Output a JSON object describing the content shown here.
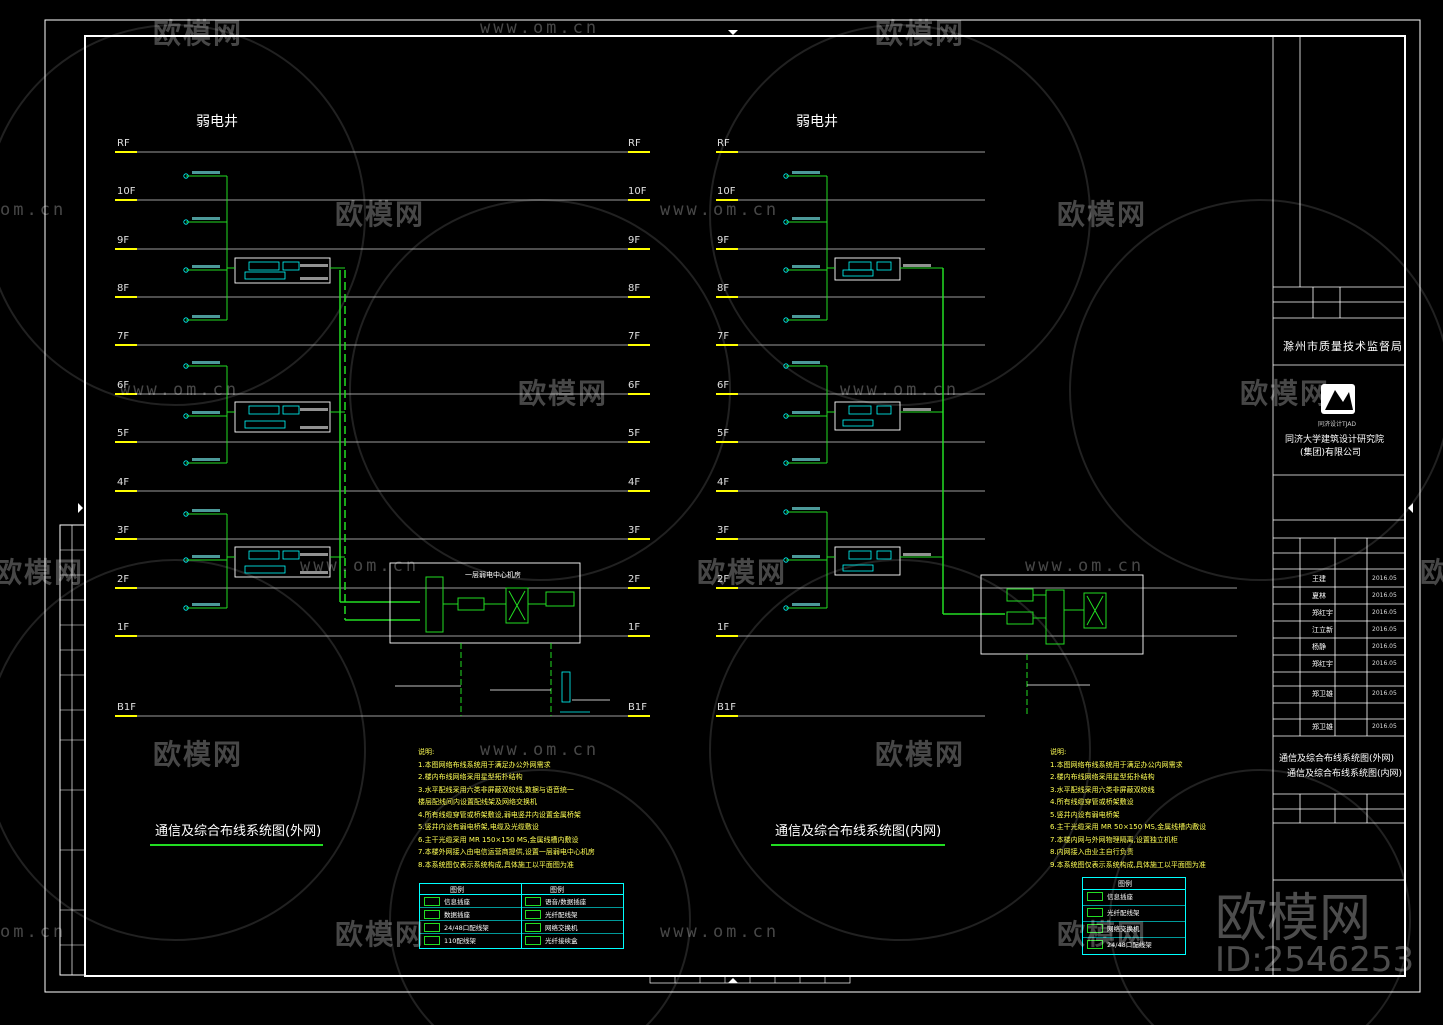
{
  "watermark": {
    "brand": "欧模网",
    "url": "www.om.cn",
    "url_partial": "om.cn",
    "big_brand": "欧模网",
    "id_text": "ID:2546253"
  },
  "left_diagram": {
    "shaft_label": "弱电井",
    "floors_left": [
      "RF",
      "10F",
      "9F",
      "8F",
      "7F",
      "6F",
      "5F",
      "4F",
      "3F",
      "2F",
      "1F",
      "B1F"
    ],
    "floors_right": [
      "RF",
      "10F",
      "9F",
      "8F",
      "7F",
      "6F",
      "5F",
      "4F",
      "3F",
      "2F",
      "1F",
      "B1F"
    ],
    "title": "通信及综合布线系统图(外网)",
    "center_room_label": "一层弱电中心机房"
  },
  "right_diagram": {
    "shaft_label": "弱电井",
    "floors": [
      "RF",
      "10F",
      "9F",
      "8F",
      "7F",
      "6F",
      "5F",
      "4F",
      "3F",
      "2F",
      "1F",
      "B1F"
    ],
    "title": "通信及综合布线系统图(内网)"
  },
  "notes_left": {
    "heading": "说明:",
    "lines": [
      "1.本图网络布线系统用于满足办公外网需求",
      "2.楼内布线网络采用星型拓扑结构",
      "3.水平配线采用六类非屏蔽双绞线,数据与语音统一",
      "  楼层配线间内设置配线架及网络交换机",
      "4.所有线缆穿管或桥架敷设,弱电竖井内设置金属桥架",
      "5.竖井内设有弱电桥架,电缆及光缆敷设",
      "6.主干光缆采用 MR 150×150 MS,金属线槽内敷设",
      "7.本楼外网接入由电信运营商提供,设置一层弱电中心机房",
      "8.本系统图仅表示系统构成,具体施工以平面图为准"
    ]
  },
  "notes_right": {
    "heading": "说明:",
    "lines": [
      "1.本图网络布线系统用于满足办公内网需求",
      "2.楼内布线网络采用星型拓扑结构",
      "3.水平配线采用六类非屏蔽双绞线",
      "4.所有线缆穿管或桥架敷设",
      "5.竖井内设有弱电桥架",
      "6.主干光缆采用 MR 50×150 MS,金属线槽内敷设",
      "7.本楼内网与外网物理隔离,设置独立机柜",
      "8.内网接入由业主自行负责",
      "9.本系统图仅表示系统构成,具体施工以平面图为准"
    ]
  },
  "legend_left": {
    "header_a": "图例",
    "header_b": "图例",
    "rows_a": [
      "信息插座",
      "数据插座",
      "24/48口配线架",
      "110配线架"
    ],
    "rows_b": [
      "语音/数据插座",
      "光纤配线架",
      "网络交换机",
      "光纤接续盒"
    ]
  },
  "legend_right": {
    "header": "图例",
    "rows": [
      "信息插座",
      "光纤配线架",
      "网络交换机",
      "24/48口配线架"
    ]
  },
  "title_block": {
    "client_line": "滁州市质量技术监督局",
    "firm_line1": "同济大学建筑设计研究院",
    "firm_line2": "(集团)有限公司",
    "logo_caption": "同济设计TJAD",
    "drawing_title1": "通信及综合布线系统图(外网)",
    "drawing_title2": "通信及综合布线系统图(内网)",
    "names": [
      "王建",
      "夏林",
      "郑红宇",
      "江立新",
      "杨静",
      "郑红宇",
      "郑卫雄",
      "郑卫雄"
    ],
    "dates": [
      "2016.05",
      "2016.05",
      "2016.05",
      "2016.05",
      "2016.05",
      "2016.05",
      "2016.05",
      "2016.05"
    ]
  },
  "colors": {
    "green": "#22dd22",
    "cyan": "#00ffff",
    "yellow": "#ffff00",
    "white": "#ffffff",
    "grey": "#bfbfbf"
  }
}
